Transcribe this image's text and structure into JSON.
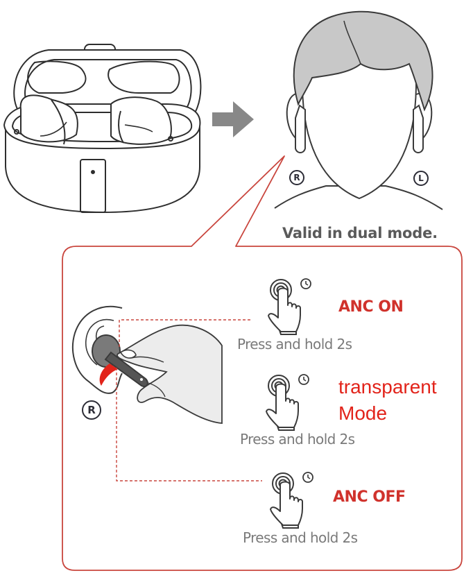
{
  "caption": "Valid in dual mode.",
  "side_badges": {
    "right": "R",
    "left": "L"
  },
  "functions": [
    {
      "mode": "ANC ON",
      "action": "Press and hold 2s"
    },
    {
      "mode_line1": "transparent",
      "mode_line2": "Mode",
      "action": "Press and hold 2s"
    },
    {
      "mode": "ANC OFF",
      "action": "Press and hold 2s"
    }
  ],
  "colors": {
    "accent_red": "#d0322c",
    "callout_border": "#c9453d",
    "hair_gray": "#c8c8c8",
    "line_art": "#3a3a3a",
    "arrow_gray": "#888888"
  },
  "icons": [
    "charging-case",
    "right-arrow",
    "head-with-earbuds",
    "ear-with-earbud",
    "finger-press",
    "clock"
  ]
}
